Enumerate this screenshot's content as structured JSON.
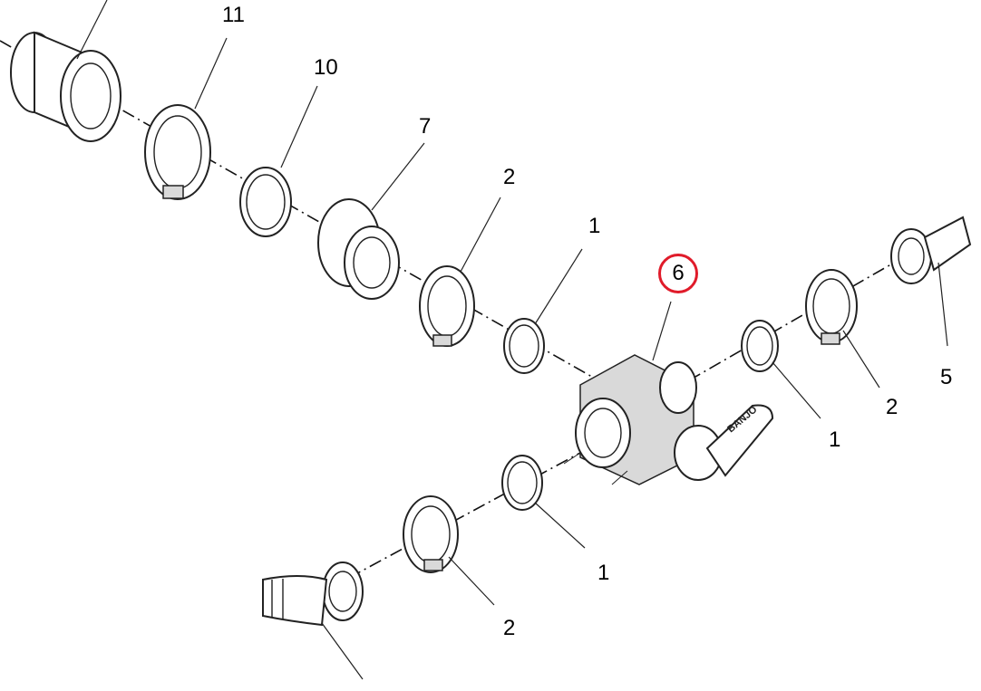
{
  "callouts": {
    "c11": "11",
    "c10": "10",
    "c7": "7",
    "c2_top": "2",
    "c1_top": "1",
    "c6": "6",
    "c5": "5",
    "c2_right": "2",
    "c1_right": "1",
    "c1_bottom": "1",
    "c2_bottom": "2"
  },
  "highlight": {
    "callout": "6",
    "color": "#e01b2a"
  },
  "handle_brand": "BANJO"
}
